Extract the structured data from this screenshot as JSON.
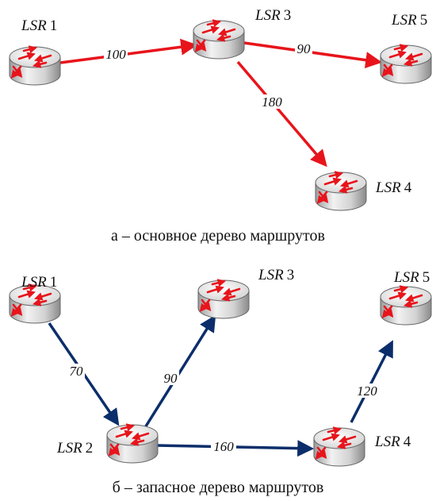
{
  "colors": {
    "primary_edges": "#e8141b",
    "backup_edges": "#0b2e6b",
    "router_body": "#e9e9e9",
    "router_arrows": "#e8141b"
  },
  "icons": {
    "router": "router-icon"
  },
  "panel_a": {
    "caption": "а – основное дерево маршрутов",
    "nodes": [
      {
        "id": "lsr1",
        "prefix": "LSR",
        "num": "1"
      },
      {
        "id": "lsr3",
        "prefix": "LSR",
        "num": "3"
      },
      {
        "id": "lsr5",
        "prefix": "LSR",
        "num": "5"
      },
      {
        "id": "lsr4",
        "prefix": "LSR",
        "num": "4"
      }
    ],
    "edges": [
      {
        "from": "lsr1",
        "to": "lsr3",
        "weight": "100"
      },
      {
        "from": "lsr3",
        "to": "lsr5",
        "weight": "90"
      },
      {
        "from": "lsr3",
        "to": "lsr4",
        "weight": "180"
      }
    ]
  },
  "panel_b": {
    "caption": "б – запасное дерево маршрутов",
    "nodes": [
      {
        "id": "lsr1",
        "prefix": "LSR",
        "num": "1"
      },
      {
        "id": "lsr3",
        "prefix": "LSR",
        "num": "3"
      },
      {
        "id": "lsr5",
        "prefix": "LSR",
        "num": "5"
      },
      {
        "id": "lsr2",
        "prefix": "LSR",
        "num": "2"
      },
      {
        "id": "lsr4",
        "prefix": "LSR",
        "num": "4"
      }
    ],
    "edges": [
      {
        "from": "lsr1",
        "to": "lsr2",
        "weight": "70"
      },
      {
        "from": "lsr2",
        "to": "lsr3",
        "weight": "90"
      },
      {
        "from": "lsr2",
        "to": "lsr4",
        "weight": "160"
      },
      {
        "from": "lsr4",
        "to": "lsr5",
        "weight": "120"
      }
    ]
  }
}
